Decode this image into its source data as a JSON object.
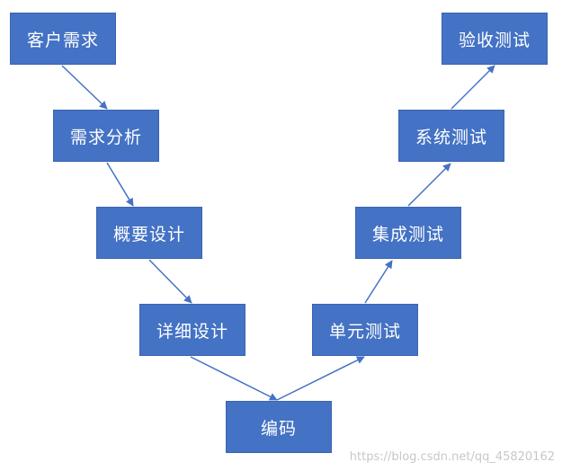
{
  "diagram": {
    "nodes": {
      "customer_requirements": "客户需求",
      "requirements_analysis": "需求分析",
      "outline_design": "概要设计",
      "detailed_design": "详细设计",
      "coding": "编码",
      "unit_test": "单元测试",
      "integration_test": "集成测试",
      "system_test": "系统测试",
      "acceptance_test": "验收测试"
    },
    "edges": [
      [
        "customer_requirements",
        "requirements_analysis"
      ],
      [
        "requirements_analysis",
        "outline_design"
      ],
      [
        "outline_design",
        "detailed_design"
      ],
      [
        "detailed_design",
        "coding"
      ],
      [
        "coding",
        "unit_test"
      ],
      [
        "unit_test",
        "integration_test"
      ],
      [
        "integration_test",
        "system_test"
      ],
      [
        "system_test",
        "acceptance_test"
      ]
    ],
    "colors": {
      "box_fill": "#4472c4",
      "arrow": "#4472c4",
      "text": "#ffffff"
    }
  },
  "watermark": "https://blog.csdn.net/qq_45820162"
}
